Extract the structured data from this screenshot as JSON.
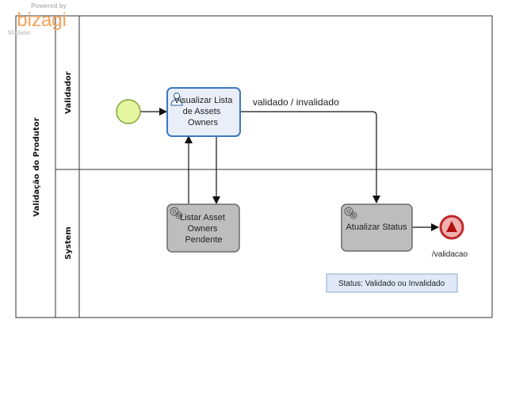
{
  "pool": {
    "title": "Validação do Produtor",
    "lanes": [
      {
        "label": "Validador"
      },
      {
        "label": "System"
      }
    ]
  },
  "tasks": {
    "visualizar": {
      "lines": [
        "Visualizar Lista",
        "de Assets",
        "Owners"
      ]
    },
    "listar": {
      "lines": [
        "Listar Asset",
        "Owners",
        "Pendente"
      ]
    },
    "atualizar": {
      "lines": [
        "Atualizar Status"
      ]
    }
  },
  "flows": {
    "validado_label": "validado / invalidado"
  },
  "end_event": {
    "label": "/validacao"
  },
  "annotation": {
    "text": "Status: Validado ou Invalidado"
  },
  "watermark": {
    "powered_by": "Powered by",
    "brand": "bizagi",
    "product": "Modeler"
  },
  "colors": {
    "start_fill": "#e6f5a0",
    "start_stroke": "#7fa63a",
    "end_fill": "#f0b0b0",
    "end_stroke": "#c0282a",
    "user_task_fill": "#e9eef8",
    "user_task_stroke": "#3a78c3",
    "service_task_fill": "#bdbdbd",
    "service_task_stroke": "#6a6a6a",
    "annotation_fill": "#dfe9f7",
    "annotation_stroke": "#8aaad0",
    "brand_orange": "#f5a25a"
  }
}
